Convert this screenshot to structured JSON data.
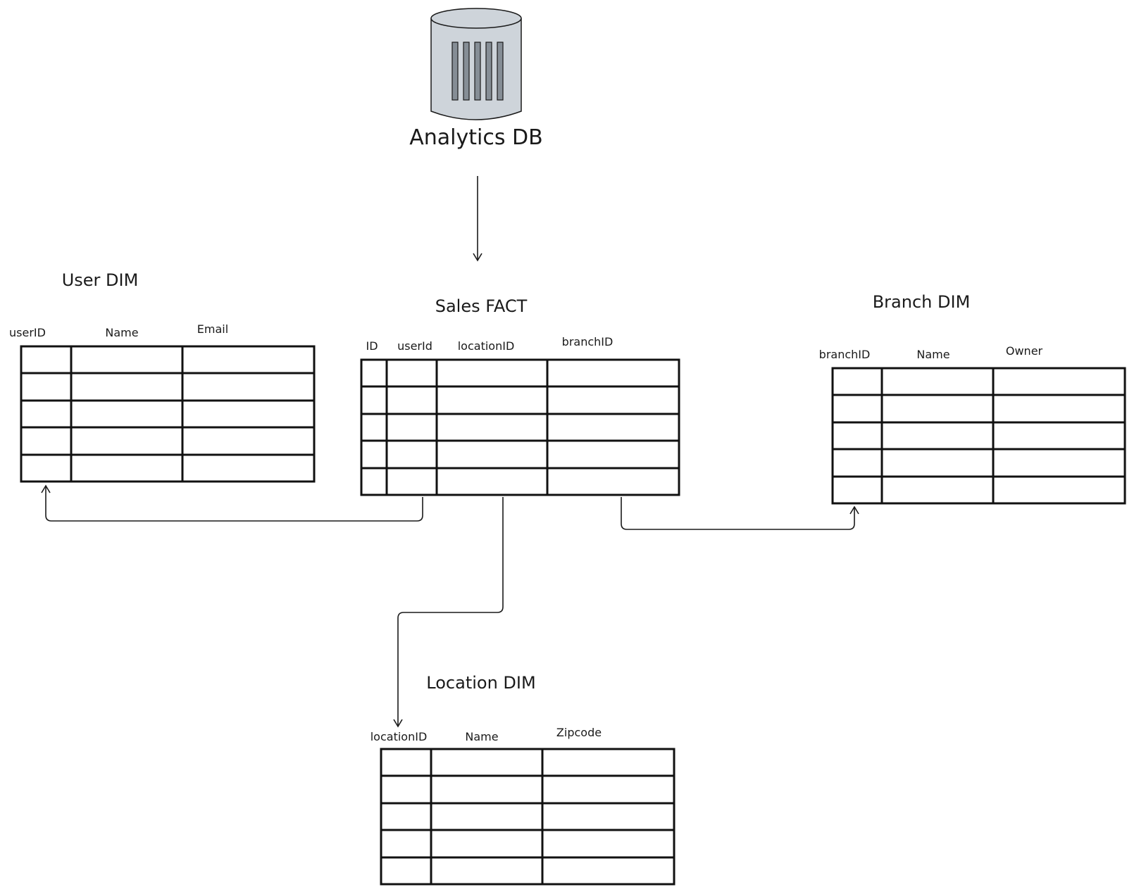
{
  "database": {
    "label": "Analytics DB",
    "icon": "database-cylinder-icon",
    "fill": "#ced4da"
  },
  "tables": {
    "user_dim": {
      "title": "User DIM",
      "columns": [
        "userID",
        "Name",
        "Email"
      ]
    },
    "sales_fact": {
      "title": "Sales FACT",
      "columns": [
        "ID",
        "userId",
        "locationID",
        "branchID"
      ]
    },
    "branch_dim": {
      "title": "Branch DIM",
      "columns": [
        "branchID",
        "Name",
        "Owner"
      ]
    },
    "location_dim": {
      "title": "Location DIM",
      "columns": [
        "locationID",
        "Name",
        "Zipcode"
      ]
    }
  },
  "relations": [
    {
      "from": "database",
      "to": "sales_fact"
    },
    {
      "from": "sales_fact.userId",
      "to": "user_dim.userID"
    },
    {
      "from": "sales_fact.locationID",
      "to": "location_dim.locationID"
    },
    {
      "from": "sales_fact.branchID",
      "to": "branch_dim.branchID"
    }
  ]
}
